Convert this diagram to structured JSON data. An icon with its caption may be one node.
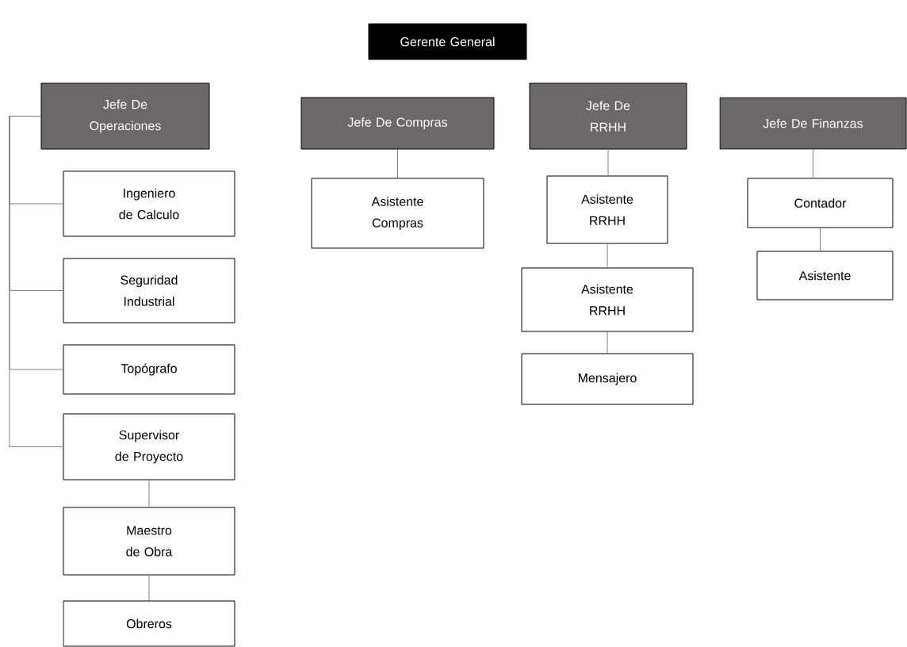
{
  "diagram": {
    "nodes": [
      {
        "text": [
          "Gerente General"
        ]
      },
      {
        "text": [
          "Jefe De Operaciones"
        ]
      },
      {
        "text": [
          "Ingeniero de Calculo"
        ]
      },
      {
        "text": [
          "Seguridad Industrial"
        ]
      },
      {
        "text": [
          "Topógrafo"
        ]
      },
      {
        "text": [
          "Supervisor de Proyecto"
        ]
      },
      {
        "text": [
          "Maestro de Obra"
        ]
      },
      {
        "text": [
          "Obreros"
        ]
      },
      {
        "text": [
          "Jefe De Compras"
        ]
      },
      {
        "text": [
          "Asistente Compras"
        ]
      },
      {
        "text": [
          "Jefe De RRHH"
        ]
      },
      {
        "text": [
          "Asistente RRHH"
        ]
      },
      {
        "text": [
          "Asistente RRHH"
        ]
      },
      {
        "text": [
          "Mensajero"
        ]
      },
      {
        "text": [
          "Jefe De Finanzas"
        ]
      },
      {
        "text": [
          "Contador"
        ]
      },
      {
        "text": [
          "Asistente"
        ]
      }
    ],
    "edges": [
      {
        "from": 1,
        "to": 2,
        "arrow": "none"
      },
      {
        "from": 1,
        "to": 3,
        "arrow": "none"
      },
      {
        "from": 1,
        "to": 4,
        "arrow": "none"
      },
      {
        "from": 1,
        "to": 5,
        "arrow": "none"
      },
      {
        "from": 5,
        "to": 6,
        "arrow": "none"
      },
      {
        "from": 6,
        "to": 7,
        "arrow": "none"
      },
      {
        "from": 8,
        "to": 9,
        "arrow": "none"
      },
      {
        "from": 10,
        "to": 11,
        "arrow": "none"
      },
      {
        "from": 11,
        "to": 12,
        "arrow": "none"
      },
      {
        "from": 12,
        "to": 13,
        "arrow": "none"
      },
      {
        "from": 14,
        "to": 15,
        "arrow": "none"
      },
      {
        "from": 15,
        "to": 16,
        "arrow": "none"
      }
    ]
  }
}
